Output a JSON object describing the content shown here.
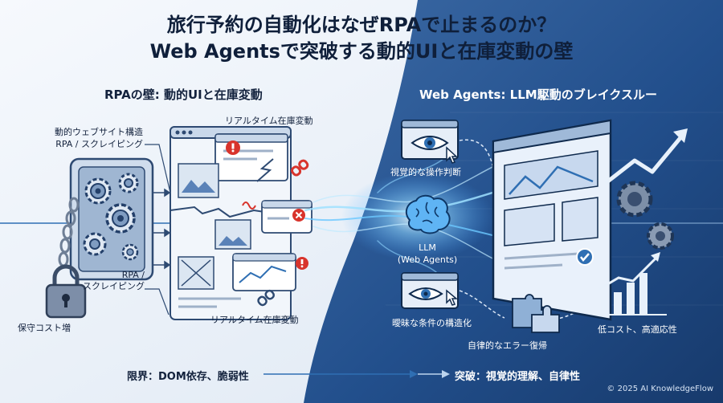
{
  "title_line1": "旅行予約の自動化はなぜRPAで止まるのか？",
  "title_line2": "Web Agentsで突破する動的UIと在庫変動の壁",
  "left": {
    "heading": "RPAの壁: 動的UIと在庫変動",
    "label_dynamic_site": "動的ウェブサイト構造",
    "label_rpa_scraping_1": "RPA / スクレイピング",
    "label_realtime_top": "リアルタイム在庫変動",
    "label_rpa_2": "RPA /",
    "label_scraping_2": "スクレイピング",
    "label_realtime_bottom": "リアルタイム在庫変動",
    "label_maintenance": "保守コスト増",
    "footer": "限界：DOM依存、脆弱性"
  },
  "right": {
    "heading": "Web Agents: LLM駆動のブレイクスルー",
    "label_visual": "視覚的な操作判断",
    "label_llm": "LLM",
    "label_web_agents": "(Web Agents)",
    "label_ambiguous": "曖昧な条件の構造化",
    "label_recovery": "自律的なエラー復帰",
    "label_low_cost": "低コスト、高適応性",
    "footer": "突破：視覚的理解、自律性"
  },
  "copyright": "© 2025 AI KnowledgeFlow",
  "colors": {
    "dark_navy": "#13223d",
    "blue_accent": "#2f6fb3",
    "warning_red": "#d8342c",
    "panel_blue_right": "#1f4c84"
  },
  "icons": [
    "gear-icon",
    "padlock-icon",
    "chain-icon",
    "warning-icon",
    "broken-link-icon",
    "brain-icon",
    "eye-icon",
    "cursor-icon",
    "puzzle-icon",
    "checkmark-icon",
    "trend-arrow-icon",
    "bar-chart-icon"
  ]
}
